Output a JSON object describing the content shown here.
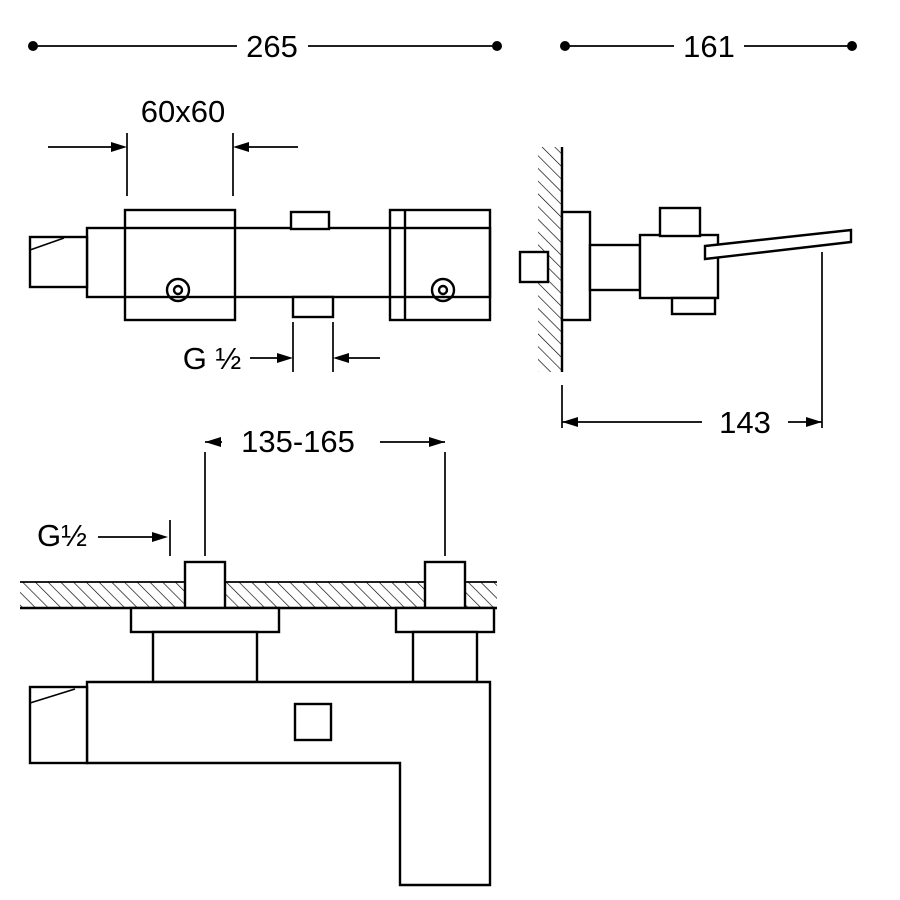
{
  "drawing": {
    "type": "technical-dimension-drawing",
    "subject": "wall-mounted bath shower mixer tap, three orthographic views",
    "labels": {
      "dim_overall": "265",
      "dim_side": "161",
      "dim_plate": "60x60",
      "dim_thread_top": "G ½",
      "dim_depth": "143",
      "dim_centers": "135-165",
      "dim_thread_bottom": "G½"
    },
    "colors": {
      "line": "#000000",
      "background": "#ffffff"
    }
  }
}
